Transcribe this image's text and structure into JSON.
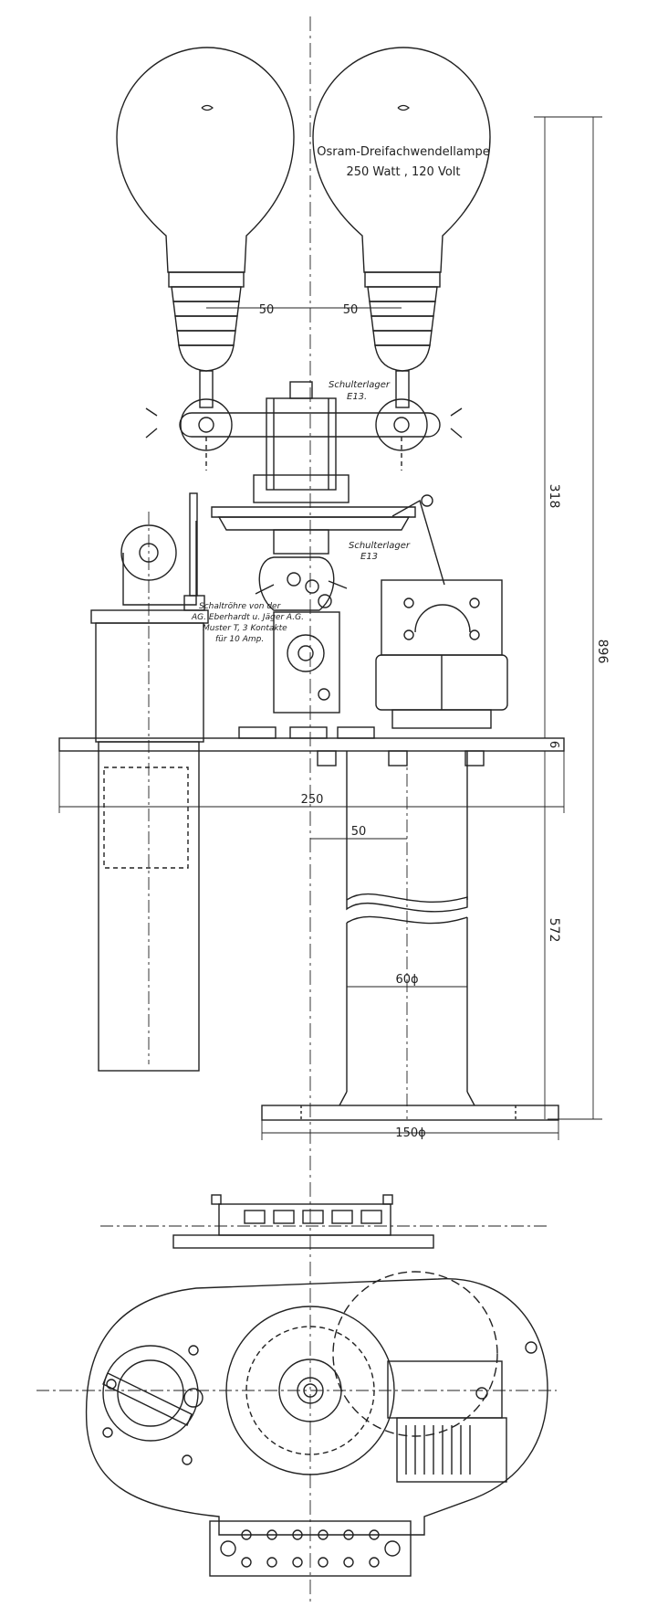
{
  "lamp_note": {
    "line1": "Osram-Dreifachwendellampe",
    "line2": "250 Watt , 120 Volt"
  },
  "labels": {
    "bearing_top": {
      "line1": "Schulterlager",
      "line2": "E13."
    },
    "bearing_mid": {
      "line1": "Schulterlager",
      "line2": "E13"
    },
    "switch_note": {
      "line1": "Schaltröhre von der",
      "line2": "AG. Eberhardt u. Jäger A.G.",
      "line3": "Muster T, 3 Kontakte",
      "line4": "für 10 Amp."
    }
  },
  "dimensions": {
    "lamp_spacing_left": "50",
    "lamp_spacing_right": "50",
    "upper_height": "318",
    "total_height": "896",
    "plate_thickness": "6",
    "plate_width": "250",
    "column_offset": "50",
    "column_diameter": "60ϕ",
    "base_diameter": "150ϕ",
    "lower_height": "572"
  }
}
